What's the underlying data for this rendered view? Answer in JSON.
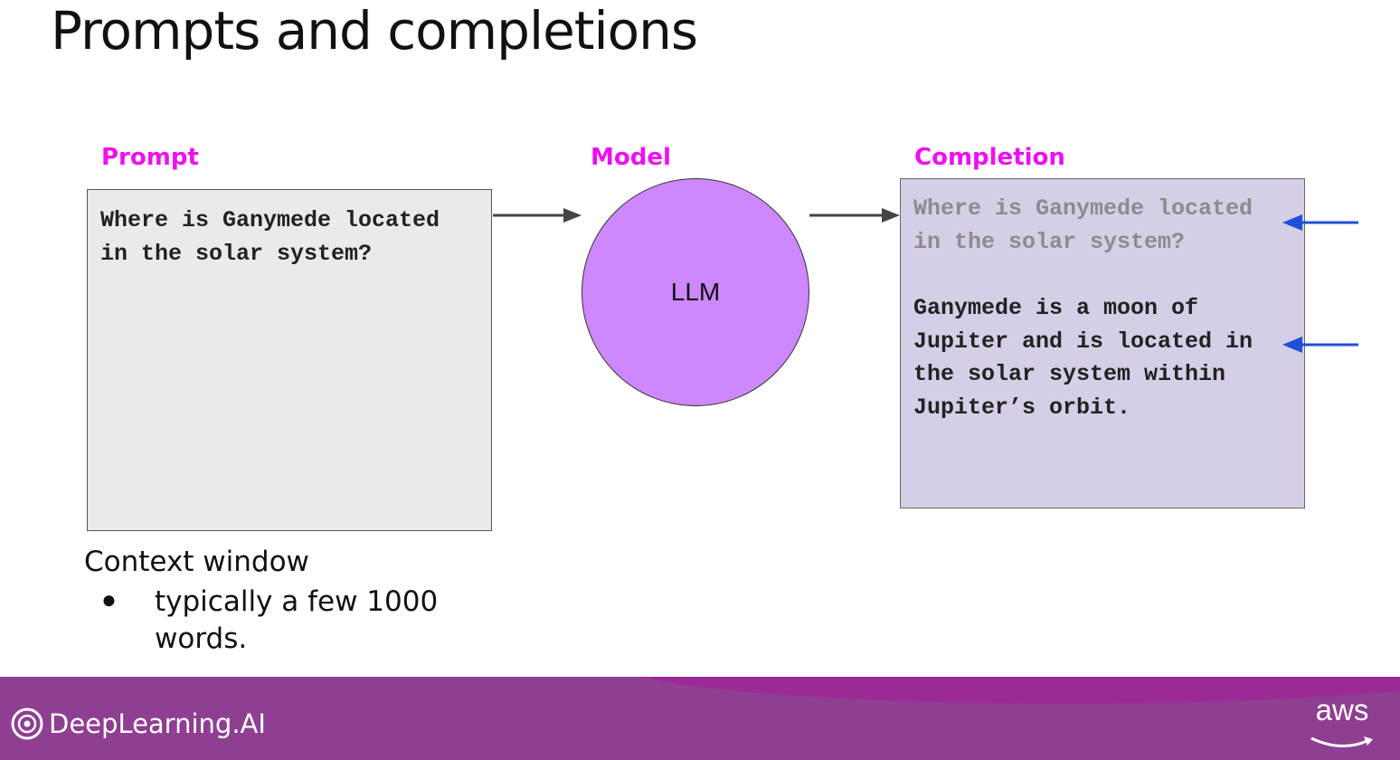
{
  "title": "Prompts and completions",
  "prompt": {
    "label": "Prompt",
    "text": "Where is Ganymede located in the solar system?"
  },
  "model": {
    "label": "Model",
    "name": "LLM"
  },
  "completion": {
    "label": "Completion",
    "echo_text": "Where is Ganymede located in the solar system?",
    "answer_text": "Ganymede is a moon of Jupiter and is located in the solar system within Jupiter’s orbit."
  },
  "context_window": {
    "title": "Context window",
    "bullet": "typically a few 1000 words."
  },
  "footer": {
    "brand": "DeepLearning.AI",
    "partner": "aws"
  },
  "colors": {
    "section_label": "#ee10ee",
    "prompt_box": "#eaeaea",
    "completion_box": "#d6cde6",
    "llm_circle": "#cc88fc",
    "pointer_arrows": "#1f4fd8",
    "footer": "#8f3f92"
  },
  "icons": [
    "deeplearning-logo-icon",
    "aws-smile-icon",
    "arrow-right-icon",
    "arrow-left-icon"
  ]
}
